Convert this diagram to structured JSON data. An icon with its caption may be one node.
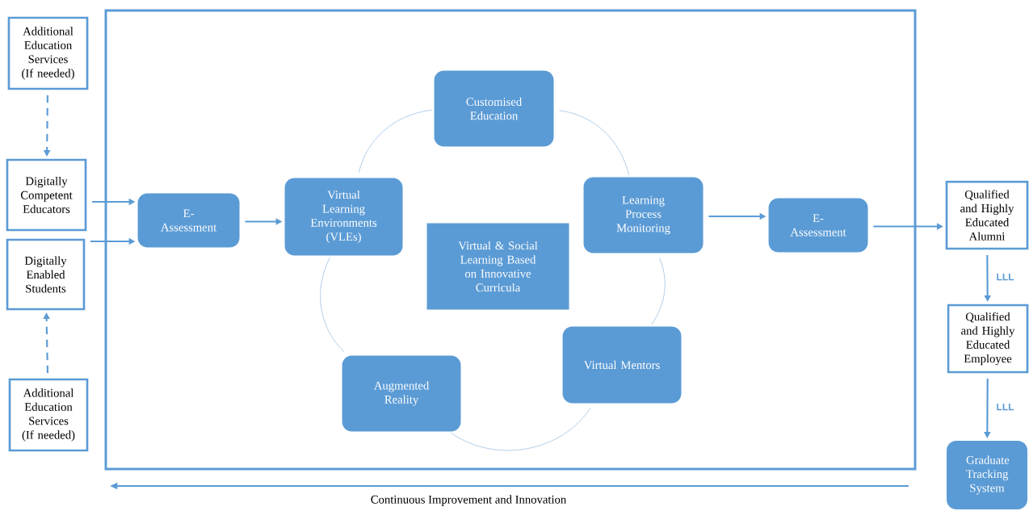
{
  "diagram": {
    "nodes": [
      {
        "text": [],
        "shape": "box"
      },
      {
        "text": [
          "Additional Education Services (If needed)"
        ]
      },
      {
        "text": [
          "Digitally Competent Educators"
        ]
      },
      {
        "text": [
          "Digitally Enabled Students"
        ]
      },
      {
        "text": [
          "Additional Education Services (If needed)"
        ]
      },
      {
        "text": [
          "E-Assessment"
        ],
        "in": 0
      },
      {
        "text": [
          "Virtual Learning Environments (VLEs)"
        ],
        "in": 0
      },
      {
        "text": [
          "Customised Education"
        ],
        "in": 0
      },
      {
        "text": [
          "Learning Process Monitoring"
        ],
        "in": 0
      },
      {
        "text": [
          "Virtual & Social Learning Based on Innovative Curricula"
        ],
        "in": 0
      },
      {
        "text": [
          "Augmented Reality"
        ],
        "in": 0
      },
      {
        "text": [
          "Virtual Mentors"
        ],
        "in": 0
      },
      {
        "text": [
          "E-Assessment"
        ],
        "in": 0
      },
      {
        "text": [
          "Qualified and Highly Educated Alumni"
        ]
      },
      {
        "text": [
          "Qualified and Highly Educated Employee"
        ]
      },
      {
        "text": [
          "Graduate Tracking System"
        ]
      }
    ],
    "edges": [
      {
        "from": 1,
        "to": 2,
        "arrow": "to",
        "style": "dashed"
      },
      {
        "from": 4,
        "to": 3,
        "arrow": "to",
        "style": "dashed"
      },
      {
        "from": 2,
        "to": 5,
        "arrow": "to"
      },
      {
        "from": 3,
        "to": 5,
        "arrow": "to"
      },
      {
        "from": 5,
        "to": 6,
        "arrow": "to"
      },
      {
        "from": 6,
        "to": 7,
        "arrow": "none",
        "color": "#9dc3e6"
      },
      {
        "from": 7,
        "to": 8,
        "arrow": "none",
        "color": "#9dc3e6"
      },
      {
        "from": 8,
        "to": 11,
        "arrow": "none",
        "color": "#9dc3e6"
      },
      {
        "from": 11,
        "to": 10,
        "arrow": "none",
        "color": "#9dc3e6"
      },
      {
        "from": 10,
        "to": 6,
        "arrow": "none",
        "color": "#9dc3e6"
      },
      {
        "from": 8,
        "to": 12,
        "arrow": "to"
      },
      {
        "from": 12,
        "to": 13,
        "arrow": "to"
      },
      {
        "from": 13,
        "to": 14,
        "arrow": "to",
        "label": "LLL"
      },
      {
        "from": 14,
        "to": 15,
        "arrow": "to",
        "label": "LLL"
      }
    ],
    "labels": [
      "Continuous Improvement and Innovation"
    ]
  }
}
